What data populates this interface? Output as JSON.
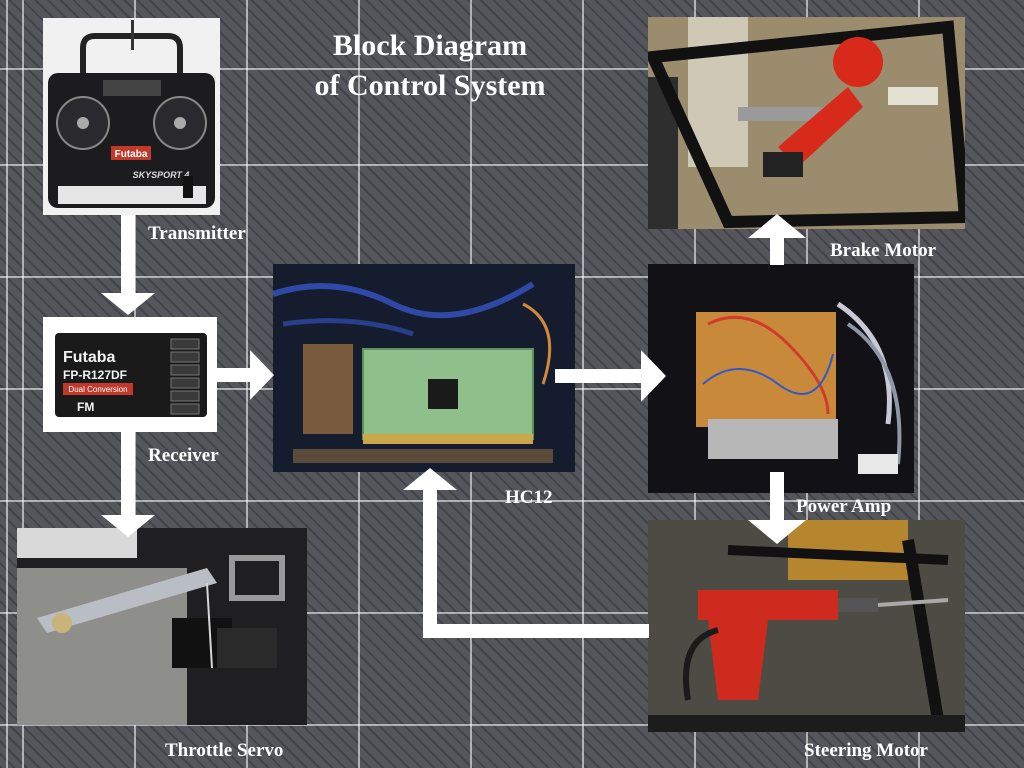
{
  "title": {
    "line1": "Block Diagram",
    "line2": "of Control System"
  },
  "labels": {
    "transmitter": "Transmitter",
    "receiver": "Receiver",
    "hc12": "HC12",
    "brake_motor": "Brake Motor",
    "power_amp": "Power Amp",
    "throttle_servo": "Throttle Servo",
    "steering_motor": "Steering Motor"
  },
  "transmitter_photo": {
    "brand": "Futaba",
    "model": "SKYSPORT 4"
  },
  "receiver_photo": {
    "brand": "Futaba",
    "model": "FP-R127DF",
    "badge": "Dual Conversion",
    "band": "FM"
  },
  "colors": {
    "arrow": "#ffffff",
    "text": "#ffffff",
    "tile_bg": "#55565c"
  }
}
